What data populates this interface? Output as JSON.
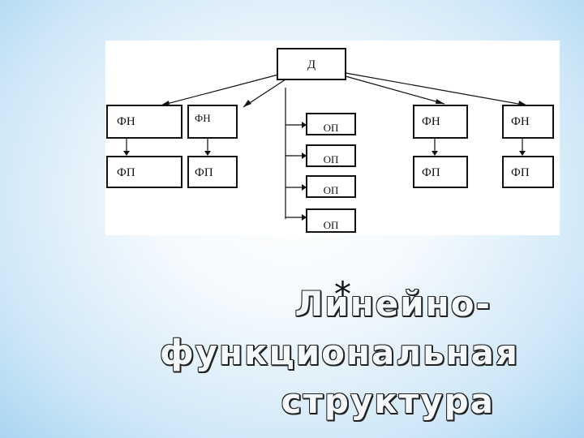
{
  "diagram": {
    "top": "Д",
    "left_boss_1": "ФН",
    "left_worker_1": "ФП",
    "left_boss_2": "ФН",
    "left_worker_2": "ФП",
    "right_boss_1": "ФН",
    "right_worker_1": "ФП",
    "right_boss_2": "ФН",
    "right_worker_2": "ФП",
    "center_1": "ОП",
    "center_2": "ОП",
    "center_3": "ОП",
    "center_4": "ОП"
  },
  "title": {
    "bullet": "*",
    "line1": "Линейно-",
    "line2": "функциональная",
    "line3": "структура"
  }
}
